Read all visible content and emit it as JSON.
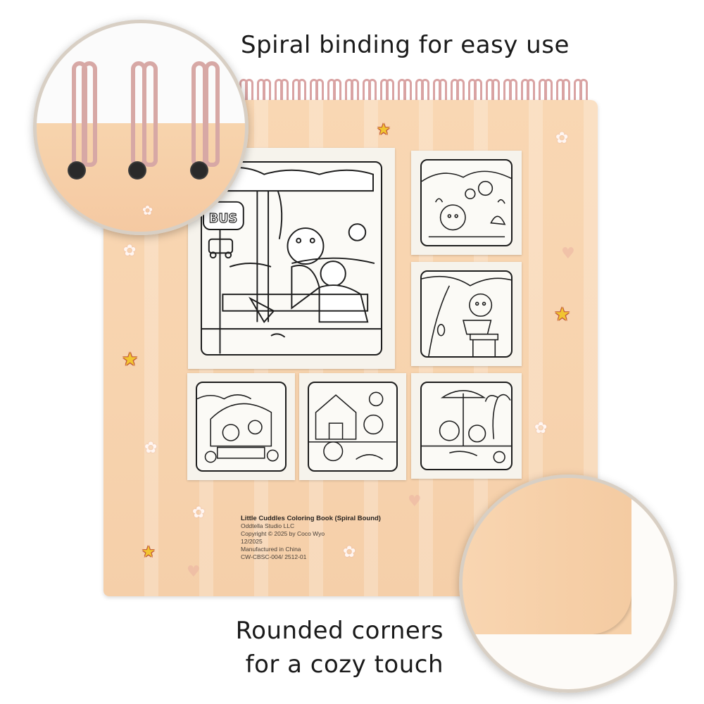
{
  "captions": {
    "top": "Spiral binding for easy use",
    "bottom_line1": "Rounded corners",
    "bottom_line2": "for a cozy touch"
  },
  "imprint": {
    "title": "Little Cuddles Coloring Book (Spiral Bound)",
    "publisher": "Oddtella Studio LLC",
    "copyright": "Copyright © 2025 by Coco Wyo",
    "date": "12/2025",
    "origin": "Manufactured in China",
    "code": "CW-CBSC-004/ 2512-01"
  },
  "panel_texts": {
    "bus_sign": "BUS"
  },
  "colors": {
    "cover": "#f7d3ae",
    "spiral": "#d9a3a3",
    "star": "#f2c530",
    "caption": "#1a1a1a"
  },
  "icons": [
    "star-icon",
    "flower-icon",
    "heart-icon"
  ]
}
